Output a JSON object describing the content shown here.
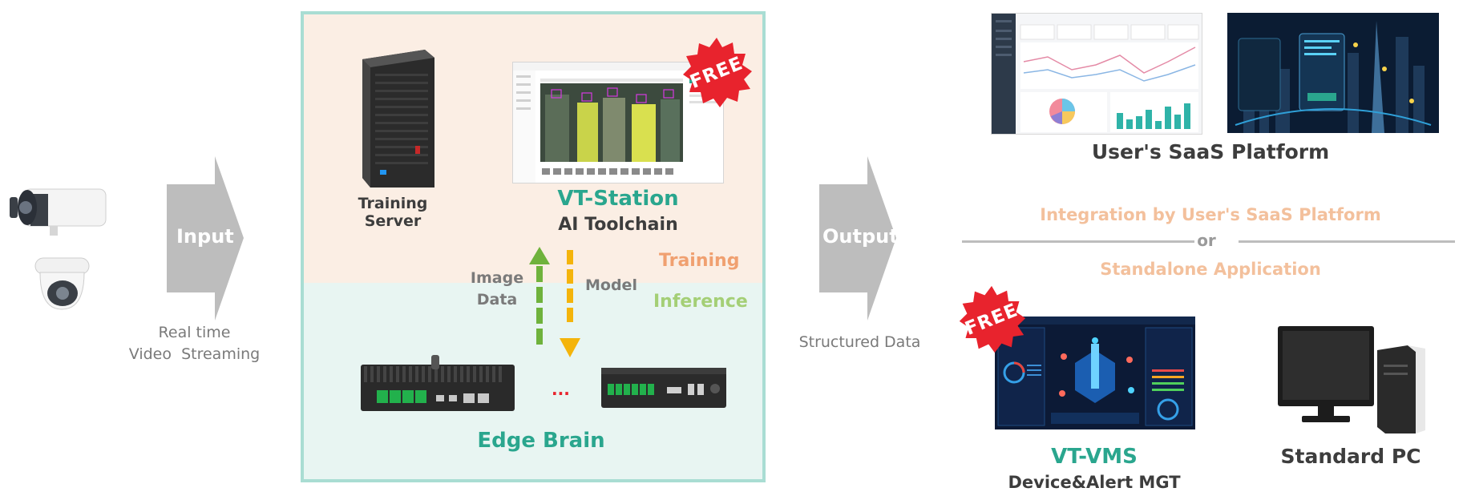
{
  "input": {
    "arrow_label": "Input",
    "caption_line1": "Real time",
    "caption_line2": "Video  Streaming"
  },
  "center": {
    "training_server_label": "Training Server",
    "vt_station_title": "VT-Station",
    "vt_station_subtitle": "AI Toolchain",
    "free_label": "FREE",
    "training_label": "Training",
    "inference_label": "Inference",
    "image_data_line1": "Image",
    "image_data_line2": "Data",
    "model_label": "Model",
    "ellipsis": "...",
    "edge_brain_label": "Edge Brain"
  },
  "output": {
    "arrow_label": "Output",
    "caption": "Structured Data"
  },
  "right": {
    "saas_label": "User's SaaS Platform",
    "integration_label": "Integration by User's SaaS Platform",
    "or_label": "or",
    "standalone_label": "Standalone Application",
    "vms_title": "VT-VMS",
    "vms_subtitle": "Device&Alert MGT",
    "free_label": "FREE",
    "pc_label": "Standard PC"
  },
  "colors": {
    "teal": "#2aa68e",
    "peach": "#f3c09c",
    "orange_label": "#f0a070",
    "green_label": "#a4cf76",
    "training_bg": "#fbeee4",
    "inference_bg": "#e8f5f2",
    "frame_border": "#a9ddd3",
    "arrow_gray": "#bdbdbd",
    "free_red": "#e8232d",
    "up_arrow_green": "#6fb23c",
    "down_arrow_yellow": "#f4b40b"
  }
}
